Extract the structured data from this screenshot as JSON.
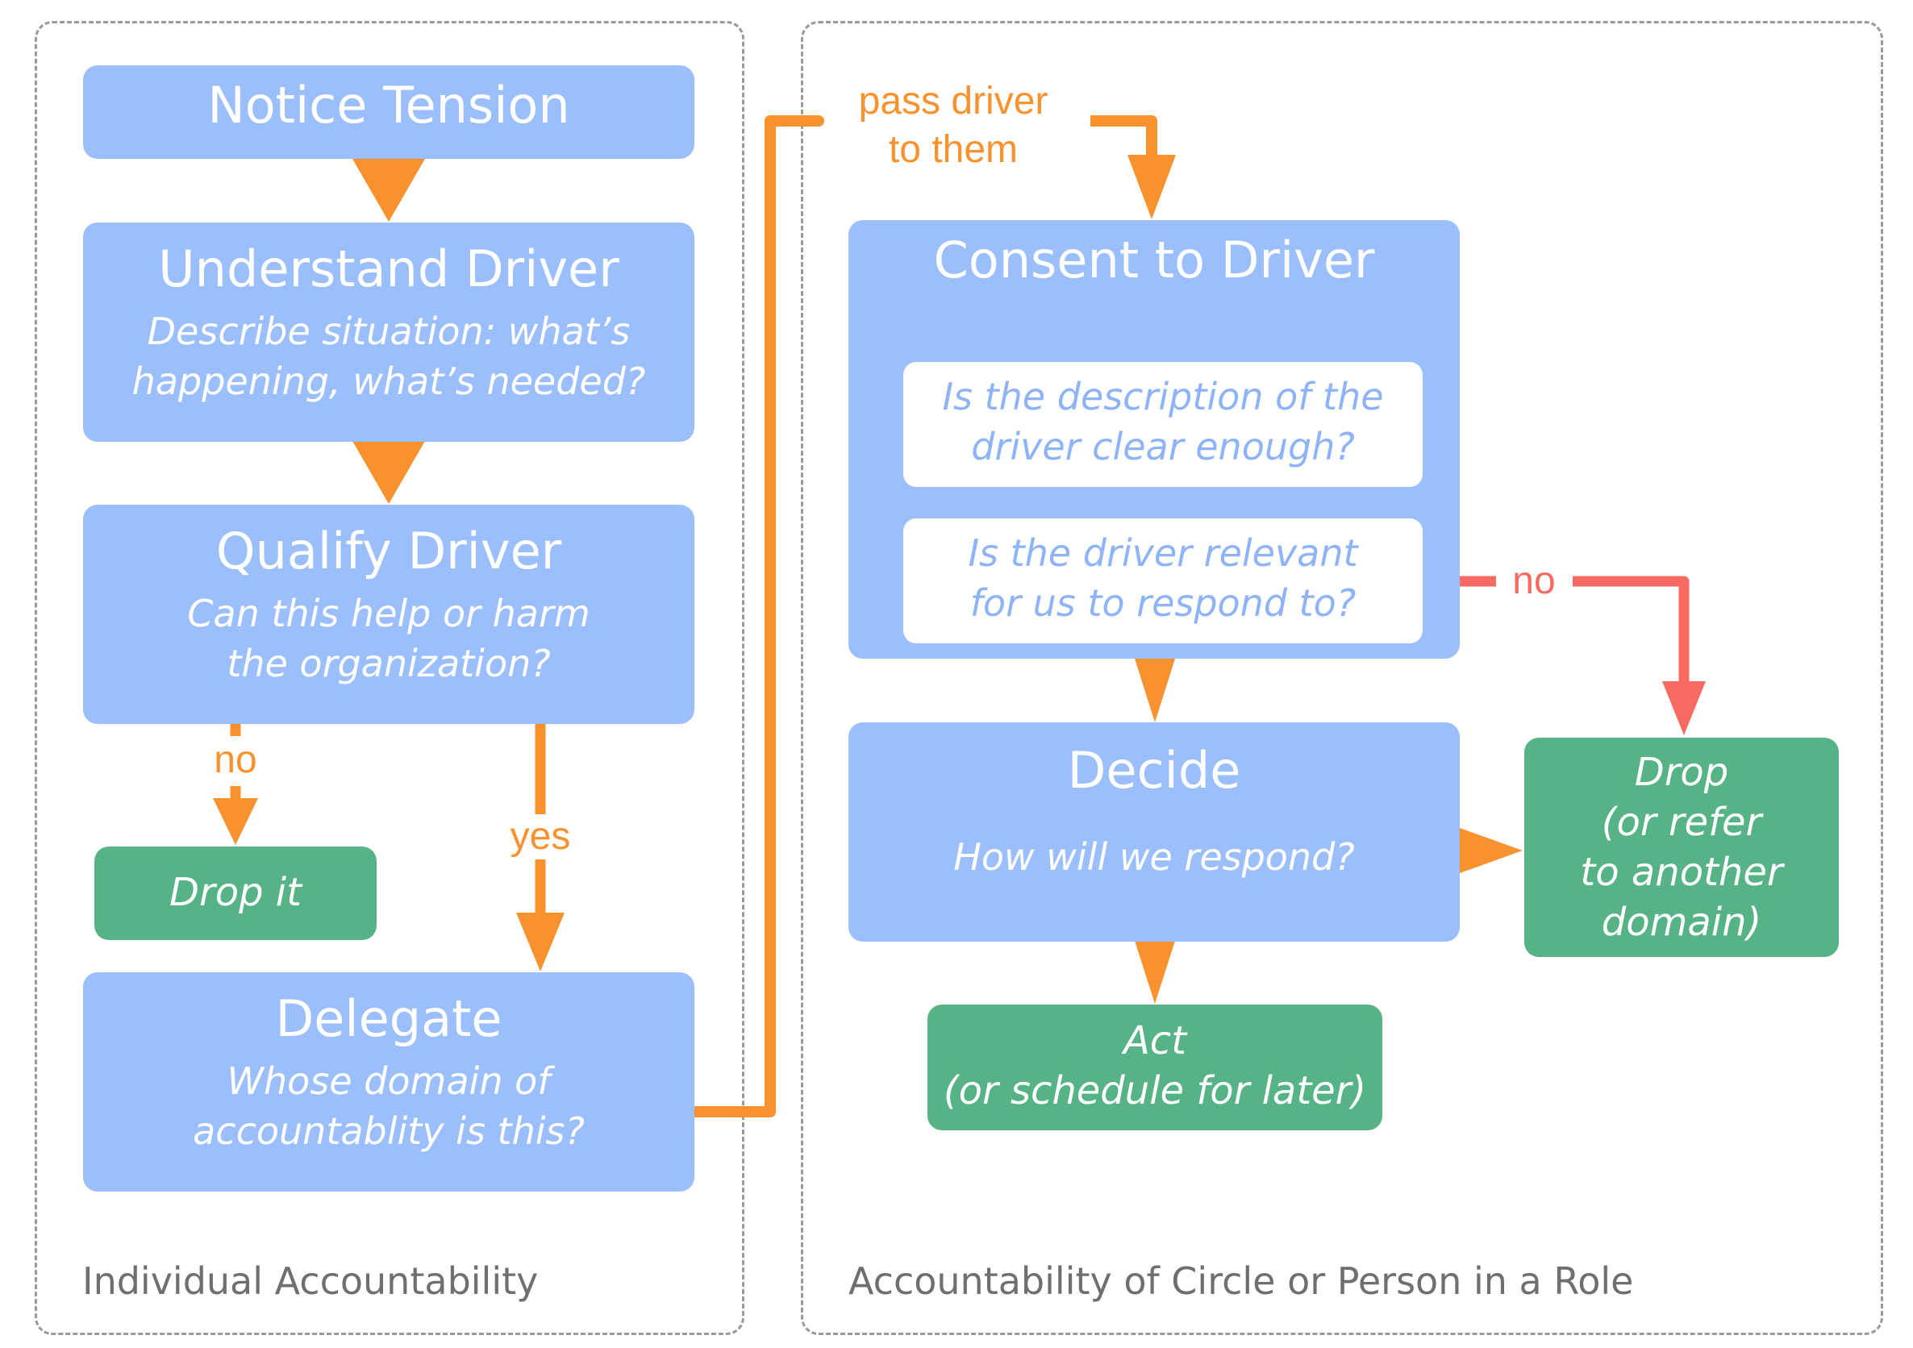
{
  "colors": {
    "box_blue": "#9bbefc",
    "box_green": "#55b386",
    "arrow_orange": "#f7922e",
    "arrow_red": "#f86a62",
    "white_box_text": "#8fb3f7",
    "panel_border": "#9a9a9a"
  },
  "left_panel": {
    "label": "Individual Accountability",
    "notice": {
      "title": "Notice Tension"
    },
    "understand": {
      "title": "Understand Driver",
      "line1": "Describe situation: what’s",
      "line2": "happening, what’s needed?"
    },
    "qualify": {
      "title": "Qualify Driver",
      "line1": "Can this help or harm",
      "line2": "the organization?"
    },
    "no_label": "no",
    "yes_label": "yes",
    "drop_it": "Drop it",
    "delegate": {
      "title": "Delegate",
      "line1": "Whose domain of",
      "line2": "accountablity is this?"
    }
  },
  "pass_label": {
    "line1": "pass driver",
    "line2": "to them"
  },
  "right_panel": {
    "label": "Accountability of Circle or Person in a Role",
    "consent": {
      "title": "Consent to Driver",
      "question1": {
        "line1": "Is the description of the",
        "line2": "driver clear enough?"
      },
      "question2": {
        "line1": "Is the driver relevant",
        "line2": "for us to respond to?"
      }
    },
    "no_label": "no",
    "decide": {
      "title": "Decide",
      "line1": "How will we respond?"
    },
    "drop_refer": {
      "line1": "Drop",
      "line2": "(or refer",
      "line3": "to another",
      "line4": "domain)"
    },
    "act": {
      "line1": "Act",
      "line2": "(or schedule for later)"
    }
  }
}
